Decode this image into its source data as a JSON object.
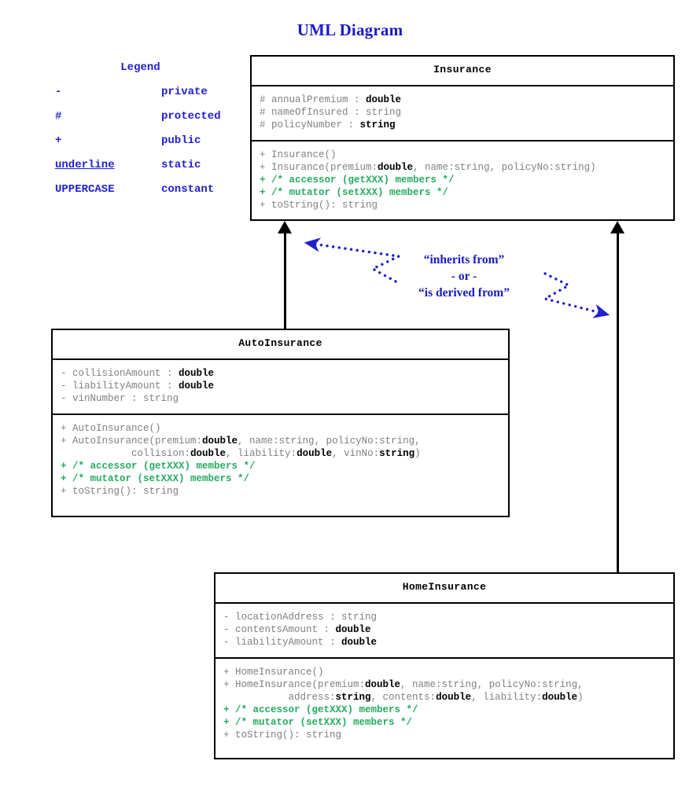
{
  "title": "UML Diagram",
  "legend": {
    "heading": "Legend",
    "rows": [
      {
        "symbol": "-",
        "meaning": "private",
        "style": "plain"
      },
      {
        "symbol": "#",
        "meaning": "protected",
        "style": "plain"
      },
      {
        "symbol": "+",
        "meaning": "public",
        "style": "plain"
      },
      {
        "symbol": "underline",
        "meaning": "static",
        "style": "underline"
      },
      {
        "symbol": "UPPERCASE",
        "meaning": "constant",
        "style": "plain"
      }
    ]
  },
  "annotation": {
    "line1": "“inherits from”",
    "line2": "- or -",
    "line3": "“is derived from”"
  },
  "classes": {
    "insurance": {
      "name": "Insurance",
      "attributes": [
        {
          "vis": "#",
          "name": "annualPremium",
          "type": "double",
          "type_bold": true
        },
        {
          "vis": "#",
          "name": "nameOfInsured",
          "type": "string",
          "type_bold": false
        },
        {
          "vis": "#",
          "name": "policyNumber",
          "type": "string",
          "type_bold": true
        }
      ],
      "operations": [
        {
          "vis": "+",
          "text": "Insurance()",
          "kind": "normal"
        },
        {
          "vis": "+",
          "text": "Insurance(premium:double, name:string, policyNo:string)",
          "kind": "normal",
          "bold_words": [
            "double"
          ]
        },
        {
          "vis": "+",
          "text": "/* accessor (getXXX) members */",
          "kind": "comment"
        },
        {
          "vis": "+",
          "text": "/* mutator (setXXX) members */",
          "kind": "comment"
        },
        {
          "vis": "+",
          "text": "toString(): string",
          "kind": "normal"
        }
      ]
    },
    "autoinsurance": {
      "name": "AutoInsurance",
      "attributes": [
        {
          "vis": "-",
          "name": "collisionAmount",
          "type": "double",
          "type_bold": true
        },
        {
          "vis": "-",
          "name": "liabilityAmount",
          "type": "double",
          "type_bold": true
        },
        {
          "vis": "-",
          "name": "vinNumber",
          "type": "string",
          "type_bold": false
        }
      ],
      "operations": [
        {
          "vis": "+",
          "text": "AutoInsurance()",
          "kind": "normal"
        },
        {
          "vis": "+",
          "text": "AutoInsurance(premium:double, name:string, policyNo:string,",
          "kind": "normal"
        },
        {
          "vis": " ",
          "text": "            collision:double, liability:double, vinNo:string)",
          "kind": "continuation"
        },
        {
          "vis": "+",
          "text": "/* accessor (getXXX) members */",
          "kind": "comment"
        },
        {
          "vis": "+",
          "text": "/* mutator (setXXX) members */",
          "kind": "comment"
        },
        {
          "vis": "+",
          "text": "toString(): string",
          "kind": "normal"
        }
      ]
    },
    "homeinsurance": {
      "name": "HomeInsurance",
      "attributes": [
        {
          "vis": "-",
          "name": "locationAddress",
          "type": "string",
          "type_bold": false
        },
        {
          "vis": "-",
          "name": "contentsAmount",
          "type": "double",
          "type_bold": true
        },
        {
          "vis": "-",
          "name": "liabilityAmount",
          "type": "double",
          "type_bold": true
        }
      ],
      "operations": [
        {
          "vis": "+",
          "text": "HomeInsurance()",
          "kind": "normal"
        },
        {
          "vis": "+",
          "text": "HomeInsurance(premium:double, name:string, policyNo:string,",
          "kind": "normal"
        },
        {
          "vis": " ",
          "text": "           address:string, contents:double, liability:double)",
          "kind": "continuation"
        },
        {
          "vis": "+",
          "text": "/* accessor (getXXX) members */",
          "kind": "comment"
        },
        {
          "vis": "+",
          "text": "/* mutator (setXXX) members */",
          "kind": "comment"
        },
        {
          "vis": "+",
          "text": "toString(): string",
          "kind": "normal"
        }
      ]
    }
  },
  "colors": {
    "accent_blue": "#1a1ac8",
    "legend_blue": "#2020cf",
    "comment_green": "#25ab61",
    "member_gray": "#808080",
    "border_black": "#000000"
  }
}
